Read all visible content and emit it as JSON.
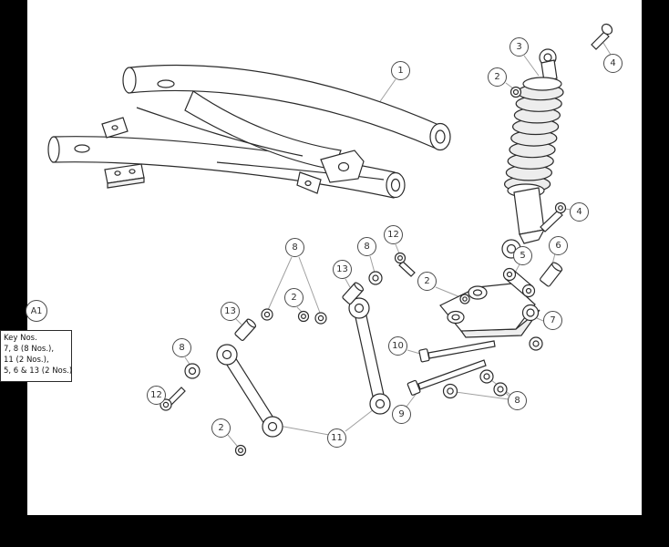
{
  "figure": {
    "ref_label": "A1",
    "key_box": {
      "title": "Key Nos.",
      "lines": [
        "7, 8 (8 Nos.),",
        "11 (2 Nos.),",
        "5, 6 & 13 (2 Nos.)"
      ]
    },
    "callouts": {
      "c1": "1",
      "c3": "3",
      "c2_shock": "2",
      "c4_top": "4",
      "c4_lower": "4",
      "c6": "6",
      "c5": "5",
      "c12_right": "12",
      "c8_top_right": "8",
      "c8_top_left": "8",
      "c13_right": "13",
      "c2_right": "2",
      "c2_mid": "2",
      "c13_left": "13",
      "c7": "7",
      "c10": "10",
      "c8_left": "8",
      "c12_left": "12",
      "c8_lower_right": "8",
      "c9": "9",
      "c2_bottom": "2",
      "c11": "11"
    },
    "colors": {
      "frame": "#000000",
      "canvas": "#ffffff",
      "line": "#2b2b2b",
      "callout_border": "#4b4b4b",
      "leader": "#a0a0a0"
    }
  }
}
